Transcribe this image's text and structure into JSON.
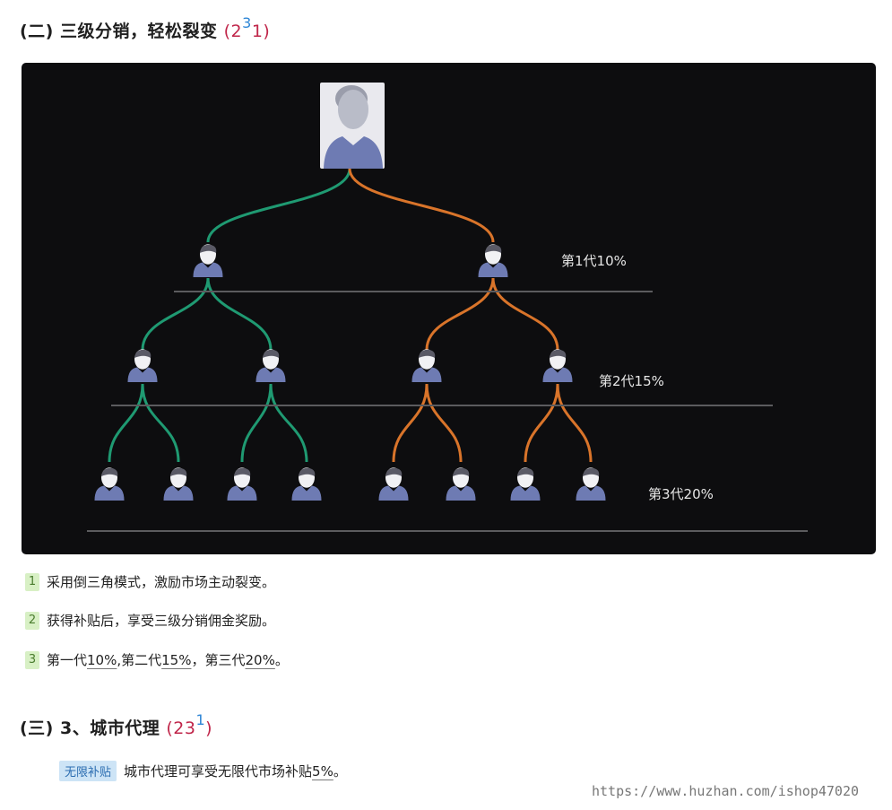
{
  "section2": {
    "prefix": "(二)",
    "title": "三级分销，轻松裂变",
    "ref_open": "(2",
    "ref_sup": "3",
    "ref_close": "1)"
  },
  "diagram": {
    "generations": [
      "第1代10%",
      "第2代15%",
      "第3代20%"
    ],
    "colors": {
      "left_branch": "#1f9a72",
      "right_branch": "#d9742a",
      "person": "#6e7bb3",
      "background": "#0d0d0f"
    }
  },
  "points": [
    {
      "num": "1",
      "text": "采用倒三角模式，激励市场主动裂变。"
    },
    {
      "num": "2",
      "text": "获得补贴后，享受三级分销佣金奖励。"
    },
    {
      "num": "3",
      "t1": "第一代",
      "v1": "10%",
      "t2": ",第二代",
      "v2": "15%",
      "t3": "，第三代",
      "v3": "20%",
      "t4": "。"
    }
  ],
  "section3": {
    "prefix": "(三)",
    "title": "3、城市代理",
    "ref_open": "(23",
    "ref_sup": "1",
    "ref_close": ")"
  },
  "city_agent": {
    "tag": "无限补贴",
    "text": "城市代理可享受无限代市场补贴",
    "value": "5%",
    "end": "。"
  },
  "watermark": "https://www.huzhan.com/ishop47020"
}
